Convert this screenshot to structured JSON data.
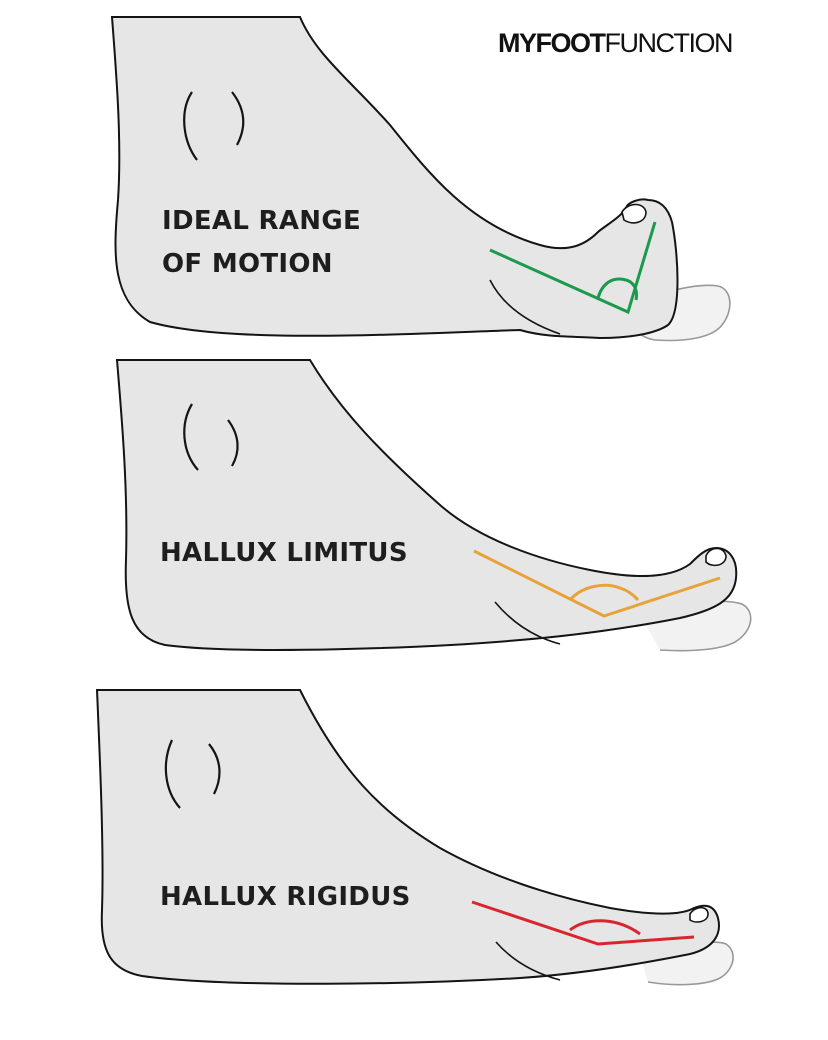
{
  "brand": {
    "part1": "MYFOOT",
    "part2": "FUNCTION"
  },
  "panels": [
    {
      "id": "ideal",
      "label_lines": [
        "IDEAL RANGE",
        "OF MOTION"
      ],
      "angle_color": "#1a9a4a"
    },
    {
      "id": "limitus",
      "label_lines": [
        "HALLUX LIMITUS"
      ],
      "angle_color": "#e8a23a"
    },
    {
      "id": "rigidus",
      "label_lines": [
        "HALLUX RIGIDUS"
      ],
      "angle_color": "#d8262f"
    }
  ],
  "colors": {
    "foot_fill": "#e6e6e6",
    "foot_outline": "#141414",
    "toe_fill": "#f2f2f2"
  },
  "icons": [
    "ankle-bone-icon",
    "foot-illustration",
    "angle-marker"
  ]
}
